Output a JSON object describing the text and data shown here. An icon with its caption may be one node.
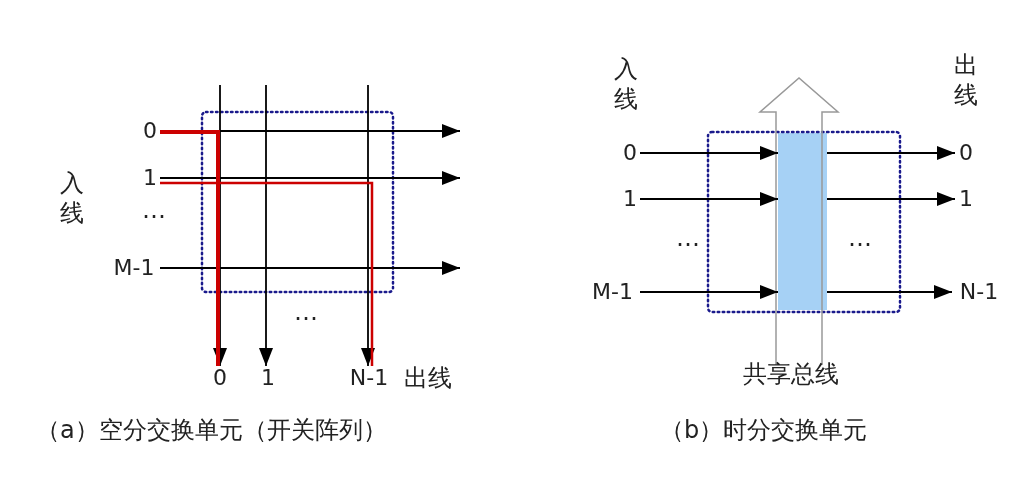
{
  "diagram": {
    "nodes": [
      {
        "text": [
          "0"
        ]
      },
      {
        "text": [
          "1"
        ]
      },
      {
        "text": [
          "M-1"
        ]
      },
      {
        "text": [
          "0"
        ]
      },
      {
        "text": [
          "1"
        ]
      },
      {
        "text": [
          "N-1"
        ]
      },
      {
        "text": [
          "0"
        ]
      },
      {
        "text": [
          "1"
        ]
      },
      {
        "text": [
          "M-1"
        ]
      },
      {
        "text": [],
        "shape": "bar"
      },
      {
        "text": [
          "0"
        ]
      },
      {
        "text": [
          "1"
        ]
      },
      {
        "text": [
          "N-1"
        ]
      }
    ],
    "edges": [
      {
        "from": 0,
        "to": null,
        "arrow": "to"
      },
      {
        "from": 1,
        "to": null,
        "arrow": "to"
      },
      {
        "from": 2,
        "to": null,
        "arrow": "to"
      },
      {
        "from": null,
        "to": 3,
        "arrow": "to"
      },
      {
        "from": null,
        "to": 4,
        "arrow": "to"
      },
      {
        "from": null,
        "to": 5,
        "arrow": "to"
      },
      {
        "from": 0,
        "to": 3,
        "arrow": "none",
        "style": "thick",
        "color": "#cc0000"
      },
      {
        "from": 1,
        "to": 5,
        "arrow": "none",
        "color": "#cc0000"
      },
      {
        "from": 6,
        "to": 9,
        "arrow": "to"
      },
      {
        "from": 7,
        "to": 9,
        "arrow": "to"
      },
      {
        "from": 8,
        "to": 9,
        "arrow": "to"
      },
      {
        "from": 9,
        "to": 10,
        "arrow": "to"
      },
      {
        "from": 9,
        "to": 11,
        "arrow": "to"
      },
      {
        "from": 9,
        "to": 12,
        "arrow": "to"
      }
    ],
    "labels": [
      "入线",
      "…",
      "…",
      "出线",
      "（a）空分交换单元（开关阵列）",
      "入线",
      "出线",
      "…",
      "…",
      "共享总线",
      "（b）时分交换单元"
    ]
  }
}
